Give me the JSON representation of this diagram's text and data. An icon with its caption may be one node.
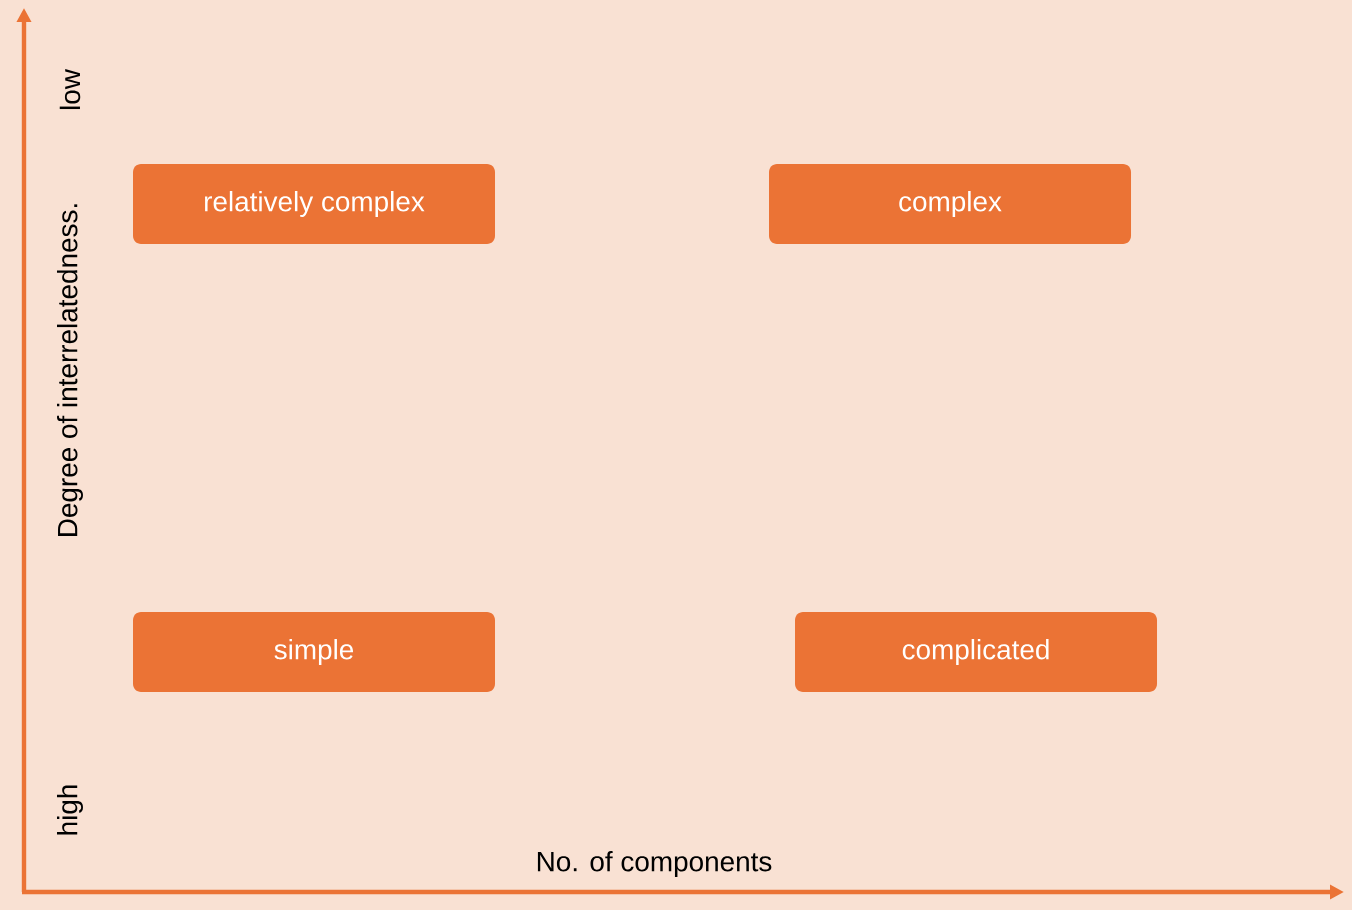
{
  "diagram": {
    "nodes": [
      {
        "text": [
          "relatively complex"
        ]
      },
      {
        "text": [
          "complex"
        ]
      },
      {
        "text": [
          "simple"
        ]
      },
      {
        "text": [
          "complicated"
        ]
      }
    ],
    "labels": [
      "low",
      "Degree of interrelatedness.",
      "high",
      "No. of components"
    ]
  }
}
